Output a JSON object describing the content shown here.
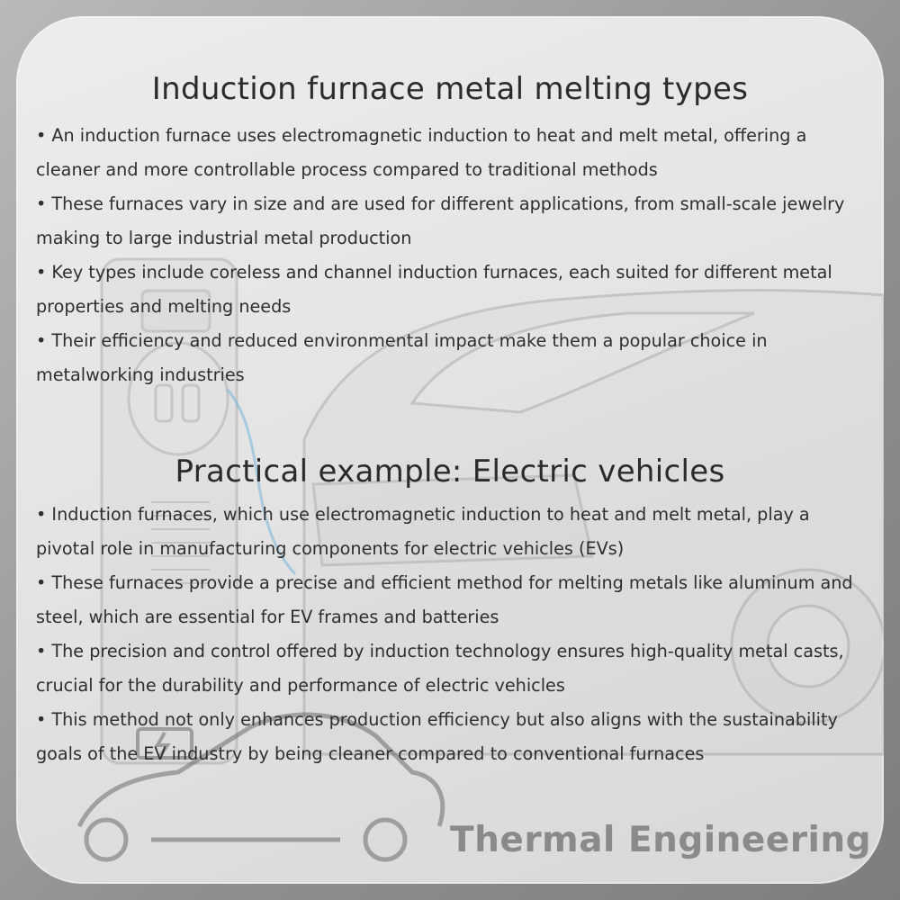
{
  "section1": {
    "title": "Induction furnace metal melting types",
    "bullets": [
      "• An induction furnace uses electromagnetic induction to heat and melt metal, offering a cleaner and more controllable process compared to traditional methods",
      "• These furnaces vary in size and are used for different applications, from small-scale jewelry making to large industrial metal production",
      "• Key types include coreless and channel induction furnaces, each suited for different metal properties and melting needs",
      "• Their efficiency and reduced environmental impact make them a popular choice in metalworking industries"
    ]
  },
  "section2": {
    "title": "Practical example: Electric vehicles",
    "bullets": [
      "• Induction furnaces, which use electromagnetic induction to heat and melt metal, play a pivotal role in manufacturing components for electric vehicles (EVs)",
      "• These furnaces provide a precise and efficient method for melting metals like aluminum and steel, which are essential for EV frames and batteries",
      "• The precision and control offered by induction technology ensures high-quality metal casts, crucial for the durability and performance of electric vehicles",
      "• This method not only enhances production efficiency but also aligns with the sustainability goals of the EV industry by being cleaner compared to conventional furnaces"
    ]
  },
  "brand": {
    "name": "Thermal Engineering",
    "logo_icon": "car-battery-logo-icon"
  },
  "background": {
    "image_icon": "ev-charging-station-photo",
    "colors": {
      "card": "#e6e6e6",
      "frame": "#9a9a9a",
      "text": "#2e2e2e",
      "brand": "#8a8a8a"
    }
  }
}
